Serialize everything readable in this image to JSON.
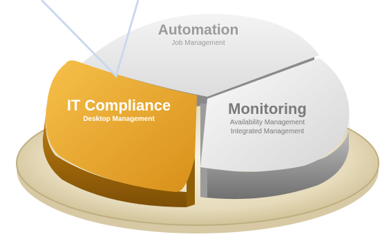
{
  "diagram": {
    "segments": [
      {
        "id": "automation",
        "title": "Automation",
        "subtitle": [
          "Job Management"
        ],
        "color": "#e9e9e9",
        "text_color": "#9a9a9a"
      },
      {
        "id": "it-compliance",
        "title": "IT Compliance",
        "subtitle": [
          "Desktop Management"
        ],
        "color": "#e8a21f",
        "text_color": "#ffffff"
      },
      {
        "id": "monitoring",
        "title": "Monitoring",
        "subtitle": [
          "Availability Management",
          "Integrated Management"
        ],
        "color": "#d7d7d7",
        "text_color": "#7a7a7a"
      }
    ],
    "base_color": "#e8dcc0",
    "callout_color": "#c9d8ee"
  }
}
